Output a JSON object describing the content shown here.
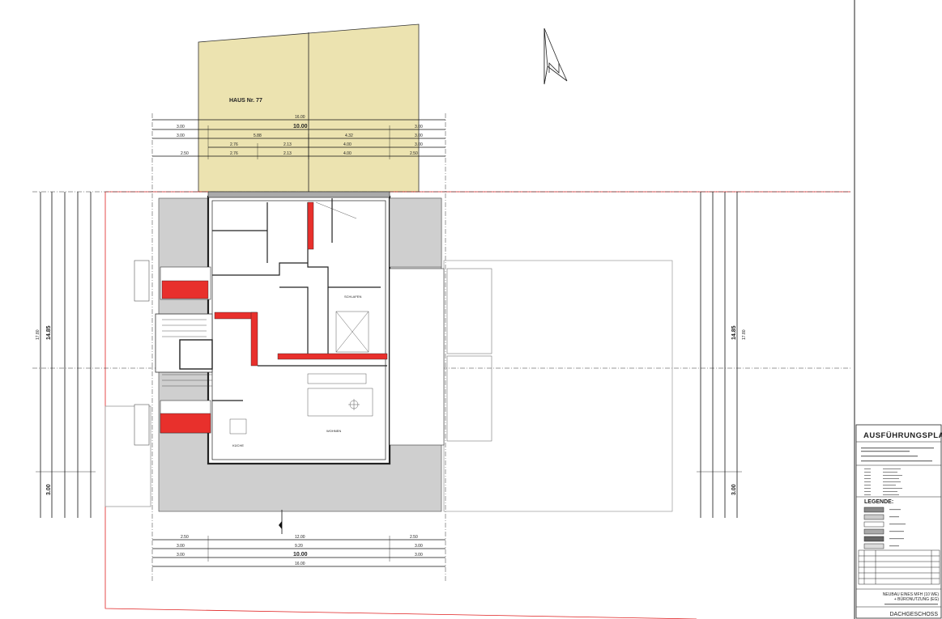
{
  "plan": {
    "neighbor_label": "HAUS Nr. 77",
    "top_dims": {
      "row1": [
        "16.00"
      ],
      "row2": [
        "3.00",
        "10.00",
        "3.00"
      ],
      "row3": [
        "3.00",
        "5.88",
        "4.32",
        "3.00"
      ],
      "row4": [
        "2.76",
        "2.13",
        "4.00",
        "3.00"
      ],
      "row5": [
        "2.50",
        "2.76",
        "2.13",
        "4.00",
        "2.50"
      ]
    },
    "bottom_dims": {
      "row1": [
        "2.50",
        "12.00",
        "2.50"
      ],
      "row2": [
        "3.00",
        "9.20",
        "3.00"
      ],
      "row3": [
        "3.00",
        "10.00",
        "3.00"
      ],
      "row4": [
        "16.00"
      ]
    },
    "left_dims": {
      "total": "17.80",
      "building": "14.85",
      "terrace": "3.00"
    },
    "right_dims": {
      "total": "17.80",
      "building": "14.85",
      "terrace": "3.00"
    },
    "rooms": [
      "WOHNEN",
      "KÜCHE",
      "SCHLAFEN"
    ],
    "colors": {
      "neighbor": "#ece3b0",
      "wall_red": "#e8302c",
      "property_line": "#e02020",
      "terrace": "#cfcfcf"
    }
  },
  "title_block": {
    "title": "AUSFÜHRUNGSPLAN",
    "legend_heading": "LEGENDE:",
    "project": [
      "NEUBAU EINES MFH (10 WE)",
      "+ BÜRONUTZUNG (EG)"
    ],
    "sheet": "DACHGESCHOSS"
  }
}
